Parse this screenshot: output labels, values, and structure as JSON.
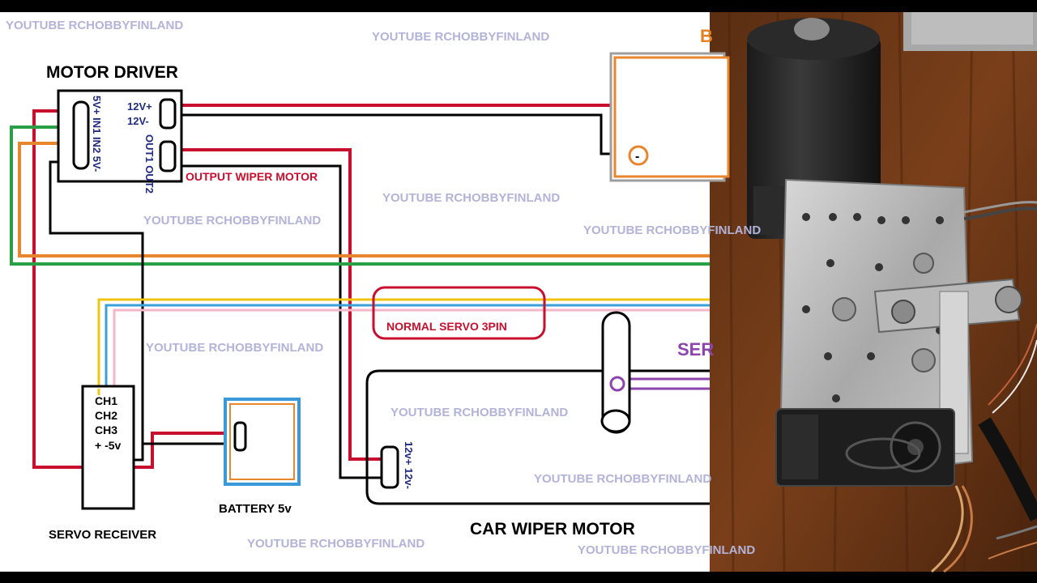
{
  "watermark": "YOUTUBE RCHOBBYFINLAND",
  "labels": {
    "motor_driver": "MOTOR DRIVER",
    "driver_left_pins": "5V+ IN1 IN2 5V-",
    "driver_12v_plus": "12V+",
    "driver_12v_minus": "12V-",
    "driver_out_pins": "OUT1 OUT2",
    "output_wiper_motor": "OUTPUT WIPER MOTOR",
    "normal_servo": "NORMAL SERVO 3PIN",
    "ch1": "CH1",
    "ch2": "CH2",
    "ch3": "CH3",
    "rx_power": "+ -5v",
    "servo_receiver": "SERVO RECEIVER",
    "battery": "BATTERY 5v",
    "car_wiper_motor": "CAR WIPER MOTOR",
    "wiper_pins": "12v+ 12v-",
    "minus_sign": "-",
    "partial_right_top": "B",
    "partial_right_mid": "SER"
  },
  "colors": {
    "red": "#c8102e",
    "black": "#000000",
    "green": "#27a046",
    "orange": "#e8862d",
    "yellow": "#f1c40f",
    "blue": "#3aa0d8",
    "pink": "#f4b6c8",
    "purple": "#8e44ad",
    "battery_frame": "#3a9ad9",
    "battery_inner": "#e8862d",
    "watermark": "#b3b3d9",
    "pin_text": "#1f2a80"
  },
  "photo": {
    "description_icons": [
      "wiper-motor-photo",
      "servo-photo",
      "metal-bracket-photo"
    ]
  }
}
